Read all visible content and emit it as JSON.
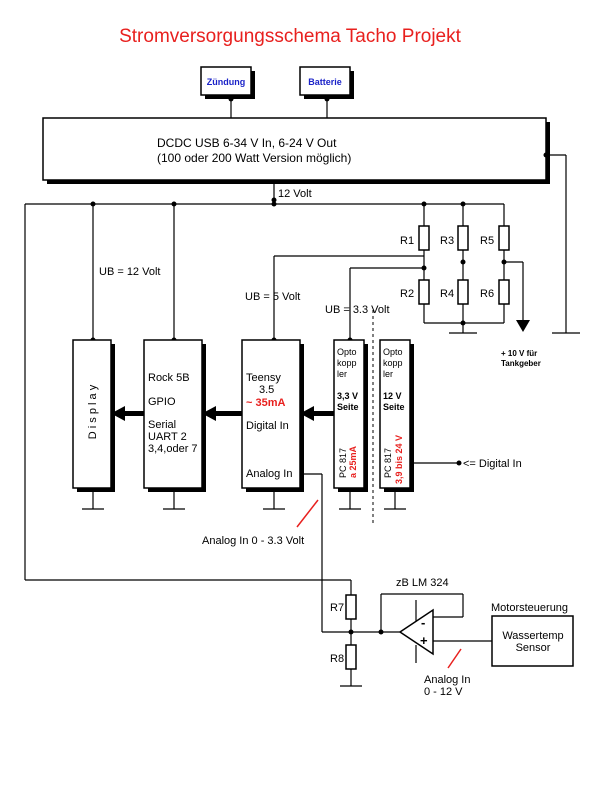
{
  "title": "Stromversorgungsschema Tacho Projekt",
  "colors": {
    "title": "#e8201e",
    "blue_text": "#1a22c8",
    "red_text": "#e8201e",
    "ink": "#000000"
  },
  "inputs": {
    "zuendung": "Zündung",
    "batterie": "Batterie"
  },
  "dcdc": {
    "line1": "DCDC USB 6-34 V In, 6-24 V Out",
    "line2": "(100 oder 200 Watt Version möglich)"
  },
  "labels": {
    "v12": "12 Volt",
    "ub12": "UB = 12 Volt",
    "ub5": "UB = 5 Volt",
    "ub33": "UB = 3.3 Volt",
    "tank1": "+ 10 V für",
    "tank2": "Tankgeber",
    "analog_in_033": "Analog In 0 - 3.3 Volt",
    "analog_in_012_a": "Analog In",
    "analog_in_012_b": "0 - 12 V",
    "digital_in": "<= Digital In",
    "lm324": "zB LM 324",
    "motorsteuerung": "Motorsteuerung",
    "op_minus": "-",
    "op_plus": "+"
  },
  "resistors": {
    "r1": "R1",
    "r2": "R2",
    "r3": "R3",
    "r4": "R4",
    "r5": "R5",
    "r6": "R6",
    "r7": "R7",
    "r8": "R8"
  },
  "display": {
    "label": "D i s p l a y"
  },
  "rock": {
    "l1": "Rock 5B",
    "l2": "GPIO",
    "l3": "Serial",
    "l4": "UART 2",
    "l5": "3,4,oder 7"
  },
  "teensy": {
    "l1": "Teensy",
    "l2": "3.5",
    "l3": "~ 35mA",
    "l4": "Digital In",
    "l5": "Analog In"
  },
  "opto1": {
    "l1": "Opto",
    "l2": "kopp",
    "l3": "ler",
    "side1": "3,3 V",
    "side2": "Seite",
    "pc": "PC 817",
    "cur": "a 25mA"
  },
  "opto2": {
    "l1": "Opto",
    "l2": "kopp",
    "l3": "ler",
    "side1": "12 V",
    "side2": "Seite",
    "pc": "PC 817",
    "cur": "3,9 bis 24 V"
  },
  "sensor": {
    "l1": "Wassertemp",
    "l2": "Sensor"
  }
}
